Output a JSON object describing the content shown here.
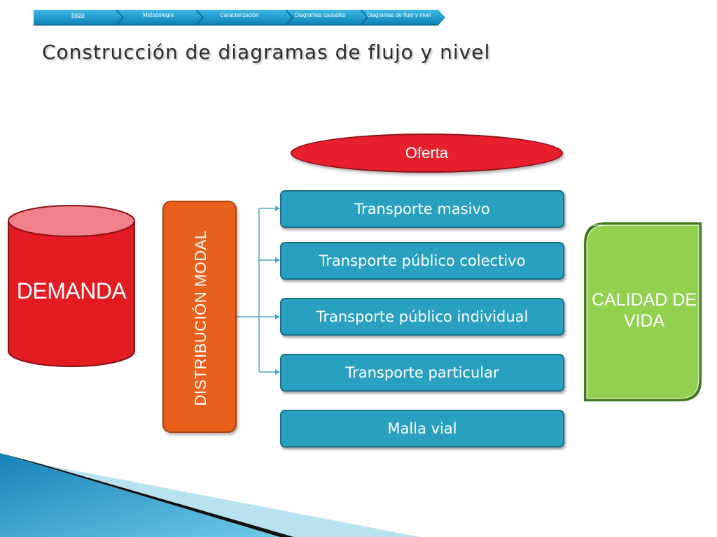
{
  "nav": {
    "items": [
      {
        "label": "Inicio"
      },
      {
        "label": "Metodología"
      },
      {
        "label": "Caracterización"
      },
      {
        "label": "Diagramas causales"
      },
      {
        "label": "Diagramas de flujo y nivel"
      }
    ]
  },
  "title": "Construcción de diagramas de flujo y nivel",
  "diagram": {
    "demanda": "DEMANDA",
    "distribucion": "DISTRIBUCIÓN MODAL",
    "oferta": "Oferta",
    "boxes": [
      {
        "label": "Transporte masivo"
      },
      {
        "label": "Transporte público colectivo"
      },
      {
        "label": "Transporte público individual"
      },
      {
        "label": "Transporte particular"
      },
      {
        "label": "Malla vial"
      }
    ],
    "calidad": "CALIDAD DE VIDA"
  },
  "colors": {
    "nav": "#1a9fd0",
    "demanda": "#e31b23",
    "demanda_top": "#f08080",
    "distribucion": "#e8601c",
    "oferta": "#e8202e",
    "boxes": "#2aa0c0",
    "calidad": "#92d050",
    "connector": "#4aa8c8"
  }
}
